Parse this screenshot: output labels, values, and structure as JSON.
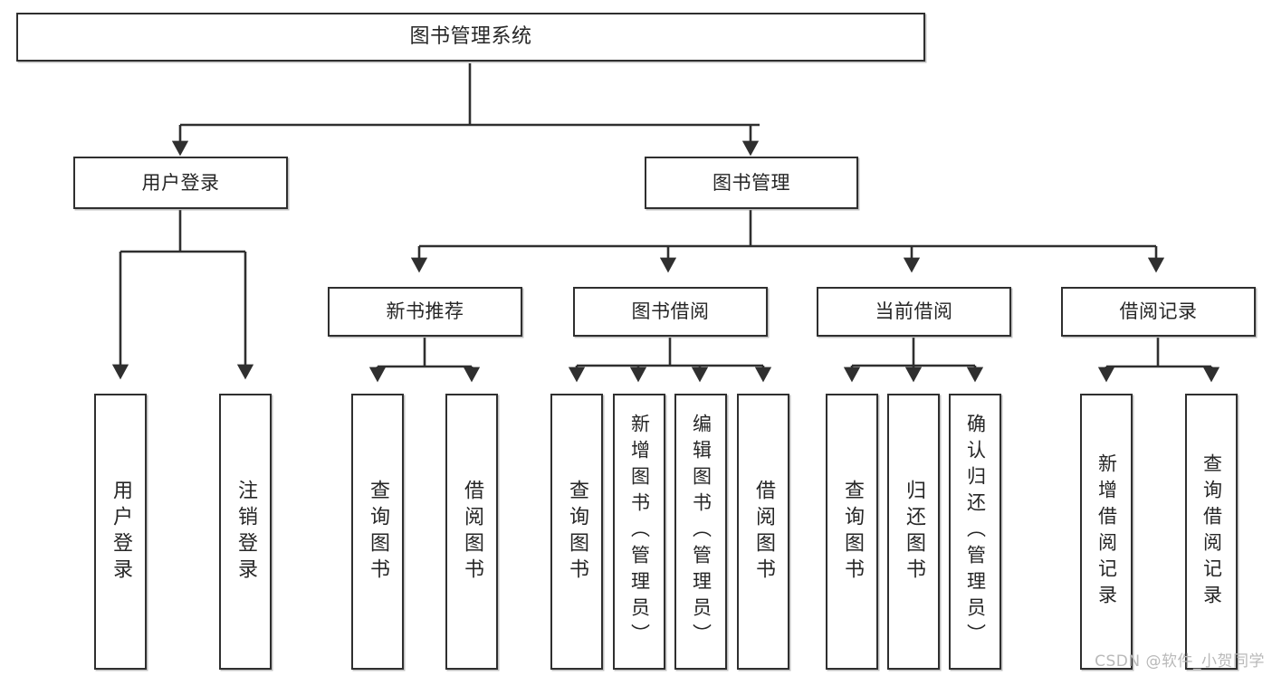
{
  "diagram": {
    "title": "图书管理系统",
    "watermark": "CSDN @软件_小贺同学",
    "type": "tree",
    "colors": {
      "background": "#ffffff",
      "border": "#2f2f2f",
      "text": "#262626",
      "connector": "#2f2f2f",
      "watermark": "#b9b9b9"
    },
    "levels": {
      "root_label": "图书管理系统",
      "level2_labels": [
        "用户登录",
        "图书管理"
      ],
      "level3_labels": [
        "新书推荐",
        "图书借阅",
        "当前借阅",
        "借阅记录"
      ]
    },
    "nodes": {
      "root": {
        "label": "图书管理系统"
      },
      "user_login": {
        "label": "用户登录"
      },
      "book_manage": {
        "label": "图书管理"
      },
      "new_book_rec": {
        "label": "新书推荐"
      },
      "book_borrow": {
        "label": "图书借阅"
      },
      "current_borrow": {
        "label": "当前借阅"
      },
      "borrow_record": {
        "label": "借阅记录"
      },
      "leaf_user_login": {
        "label": "用户登录"
      },
      "leaf_logout": {
        "label": "注销登录"
      },
      "leaf_query_book_1": {
        "label": "查询图书"
      },
      "leaf_borrow_book_1": {
        "label": "借阅图书"
      },
      "leaf_query_book_2": {
        "label": "查询图书"
      },
      "leaf_add_book_admin": {
        "label": "新增图书（管理员）"
      },
      "leaf_edit_book_admin": {
        "label": "编辑图书（管理员）"
      },
      "leaf_borrow_book_2": {
        "label": "借阅图书"
      },
      "leaf_query_book_3": {
        "label": "查询图书"
      },
      "leaf_return_book": {
        "label": "归还图书"
      },
      "leaf_confirm_return_admin": {
        "label": "确认归还（管理员）"
      },
      "leaf_add_record": {
        "label": "新增借阅记录"
      },
      "leaf_query_record": {
        "label": "查询借阅记录"
      }
    },
    "edges": [
      {
        "from": "root",
        "to": "user_login"
      },
      {
        "from": "root",
        "to": "book_manage"
      },
      {
        "from": "user_login",
        "to": "leaf_user_login"
      },
      {
        "from": "user_login",
        "to": "leaf_logout"
      },
      {
        "from": "book_manage",
        "to": "new_book_rec"
      },
      {
        "from": "book_manage",
        "to": "book_borrow"
      },
      {
        "from": "book_manage",
        "to": "current_borrow"
      },
      {
        "from": "book_manage",
        "to": "borrow_record"
      },
      {
        "from": "new_book_rec",
        "to": "leaf_query_book_1"
      },
      {
        "from": "new_book_rec",
        "to": "leaf_borrow_book_1"
      },
      {
        "from": "book_borrow",
        "to": "leaf_query_book_2"
      },
      {
        "from": "book_borrow",
        "to": "leaf_add_book_admin"
      },
      {
        "from": "book_borrow",
        "to": "leaf_edit_book_admin"
      },
      {
        "from": "book_borrow",
        "to": "leaf_borrow_book_2"
      },
      {
        "from": "current_borrow",
        "to": "leaf_query_book_3"
      },
      {
        "from": "current_borrow",
        "to": "leaf_return_book"
      },
      {
        "from": "current_borrow",
        "to": "leaf_confirm_return_admin"
      },
      {
        "from": "borrow_record",
        "to": "leaf_add_record"
      },
      {
        "from": "borrow_record",
        "to": "leaf_query_record"
      }
    ]
  }
}
